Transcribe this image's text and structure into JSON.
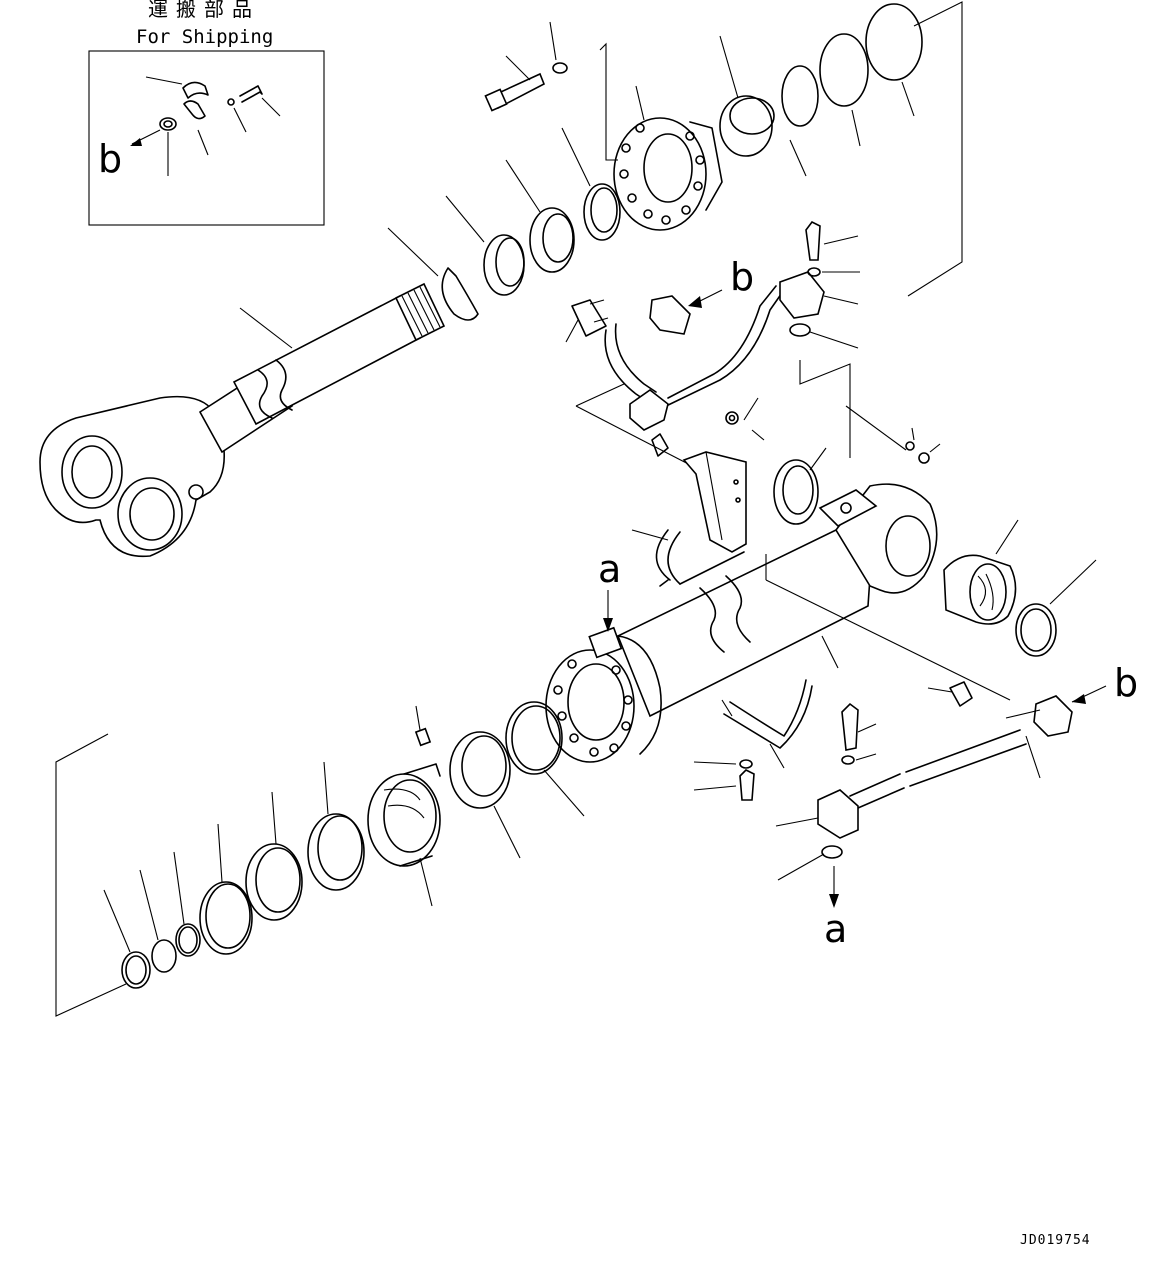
{
  "shipping": {
    "title_jp": "運搬部品",
    "title_en": "For Shipping"
  },
  "references": {
    "a": "a",
    "b": "b"
  },
  "drawing_code": "JD019754"
}
